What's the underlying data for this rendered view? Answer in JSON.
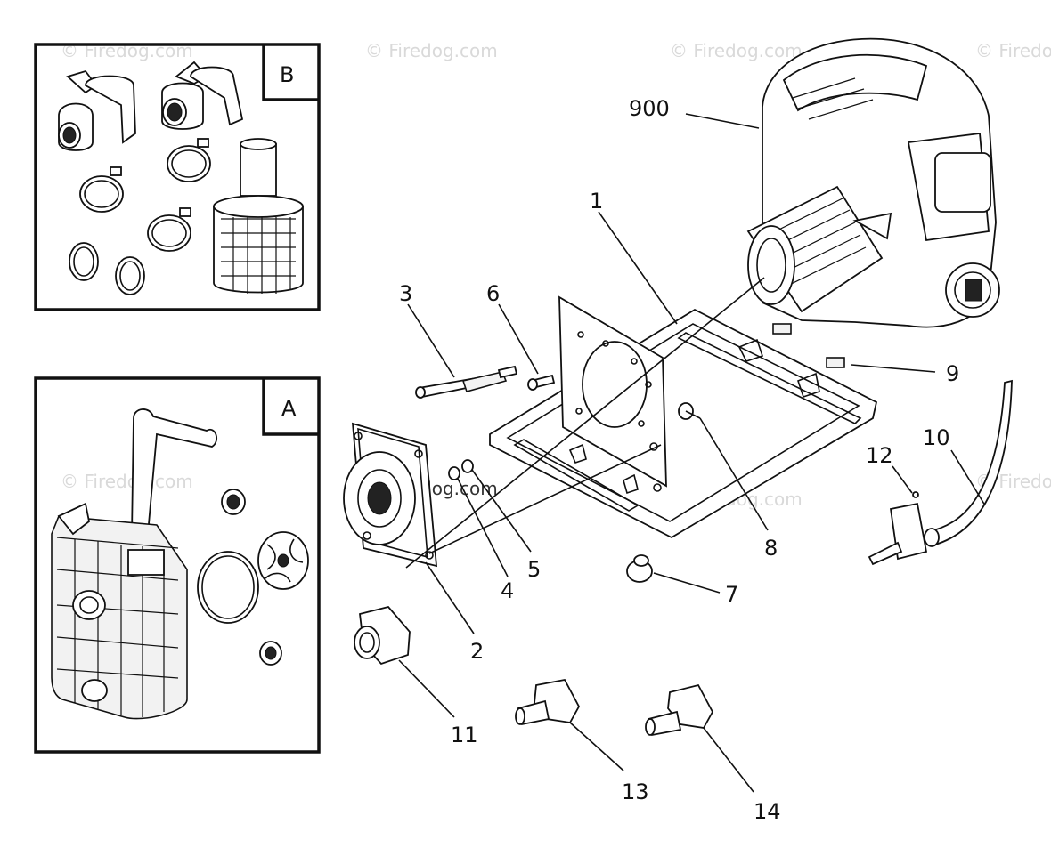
{
  "watermark": "© Firedog.com",
  "watermark_center": "© Firedog.com",
  "inset_boxes": [
    {
      "label": "B"
    },
    {
      "label": "A"
    }
  ],
  "callouts": [
    "900",
    "1",
    "3",
    "6",
    "9",
    "10",
    "12",
    "8",
    "5",
    "4",
    "2",
    "7",
    "11",
    "13",
    "14"
  ]
}
